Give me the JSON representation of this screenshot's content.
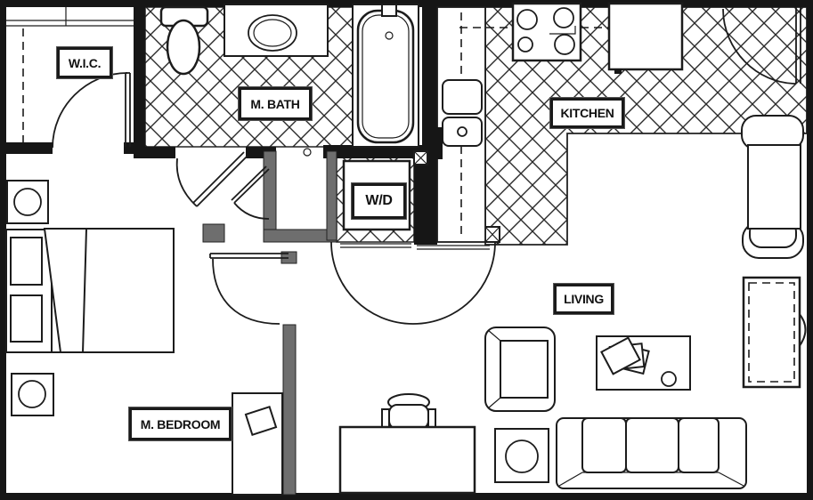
{
  "rooms": {
    "wic": {
      "label": "W.I.C."
    },
    "master_bath": {
      "label": "M. BATH"
    },
    "washer_dryer": {
      "label": "W/D"
    },
    "kitchen": {
      "label": "KITCHEN"
    },
    "living": {
      "label": "LIVING"
    },
    "master_bedroom": {
      "label": "M. BEDROOM"
    }
  },
  "fixtures": [
    "toilet",
    "bathroom-sink-counter",
    "bathtub",
    "washer-dryer-unit",
    "kitchen-counter",
    "kitchen-double-sink",
    "stove",
    "refrigerator",
    "bed",
    "nightstand-lamp",
    "dresser",
    "desk",
    "office-chair",
    "armchair",
    "side-table-lamp",
    "sofa",
    "coffee-table",
    "entertainment-center",
    "chaise-lounge",
    "door-swing"
  ],
  "colors": {
    "wall": "#161616",
    "wall_light": "#6e6e6e",
    "line": "#1c1c1c",
    "floor": "#ffffff",
    "tile_line": "#2a2a2a"
  }
}
